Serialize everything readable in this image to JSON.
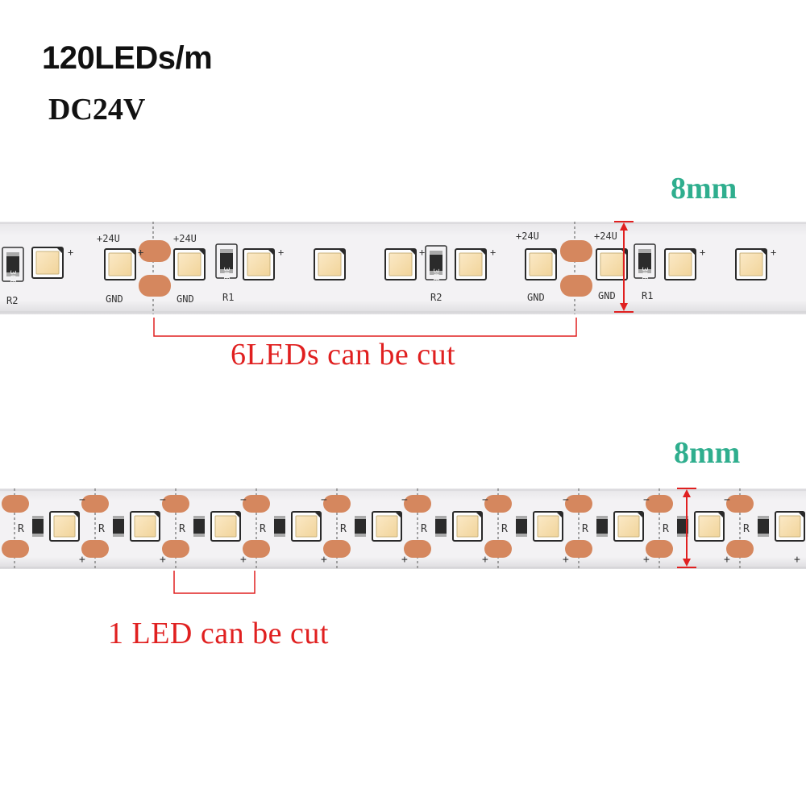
{
  "header": {
    "density": "120LEDs/m",
    "voltage": "DC24V"
  },
  "strip_top": {
    "width_label": "8mm",
    "cut_label": "6LEDs can be cut",
    "pcb_labels": {
      "plus_24v": "+24U",
      "gnd": "GND",
      "r1": "R1",
      "r2": "R2",
      "resistor_code": "30E",
      "plus": "+"
    }
  },
  "strip_bottom": {
    "width_label": "8mm",
    "cut_label": "1 LED can be cut",
    "pcb_labels": {
      "resistor_code": "R",
      "plus": "+",
      "minus": "−"
    }
  },
  "colors": {
    "width_label": "#2fae8e",
    "cut_label": "#e02020",
    "pcb": "#f1f0f2",
    "copper_pad": "#d5875e",
    "led": "#f7e0b0"
  }
}
